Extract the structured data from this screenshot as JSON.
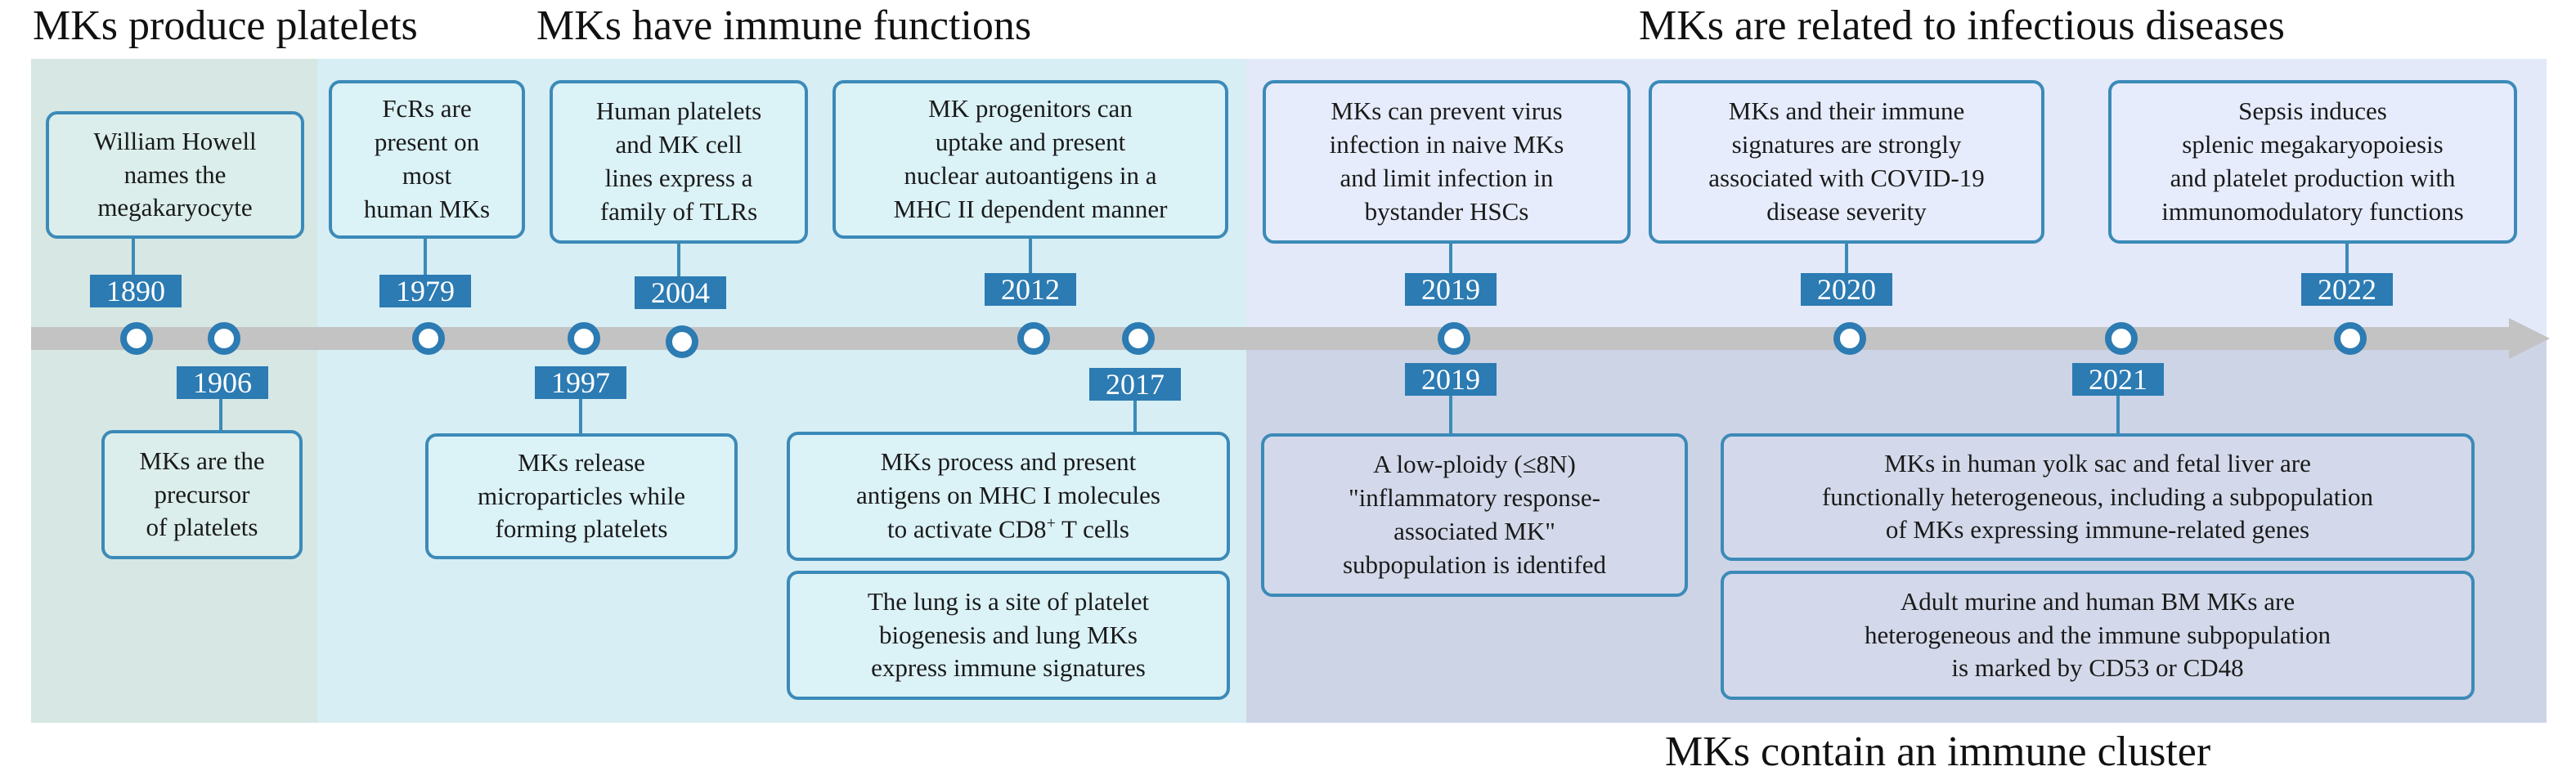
{
  "sections": {
    "platelets": "MKs produce platelets",
    "immune": "MKs have immune functions",
    "infectious": "MKs are related to infectious diseases",
    "cluster": "MKs contain an immune cluster"
  },
  "colors": {
    "band_platelets": "#d6e7e4",
    "band_immune": "#d6eef4",
    "band_infectious": "#e3e9f8",
    "band_cluster": "#cdd4e6",
    "card_fill_green": "#dbeeeb",
    "card_fill_cyan": "#dbf2f7",
    "card_fill_blue": "#e6ecfb",
    "card_fill_lavender": "#d3d9ea",
    "border": "#3c8ab8",
    "year_badge": "#2c7bb3",
    "axis": "#c3c3c3"
  },
  "years": {
    "y1890": "1890",
    "y1906": "1906",
    "y1979": "1979",
    "y1997": "1997",
    "y2004": "2004",
    "y2012": "2012",
    "y2017": "2017",
    "y2019a": "2019",
    "y2019b": "2019",
    "y2020": "2020",
    "y2021": "2021",
    "y2022": "2022"
  },
  "events": {
    "e1890": "William Howell\nnames the\nmegakaryocyte",
    "e1906": "MKs are the\nprecursor\nof platelets",
    "e1979": "FcRs are\npresent on\nmost\nhuman MKs",
    "e1997": "MKs release\nmicroparticles while\nforming platelets",
    "e2004": "Human platelets\nand MK cell\nlines express a\nfamily of TLRs",
    "e2012": "MK progenitors can\nuptake and present\nnuclear autoantigens in a\nMHC II dependent manner",
    "e2017a": "MKs process and present\nantigens on MHC I molecules\nto activate CD8",
    "e2017a_sup": "+",
    "e2017a_tail": " T cells",
    "e2017b": "The lung is a site of platelet\nbiogenesis and lung MKs\nexpress immune signatures",
    "e2019a": "MKs can prevent virus\ninfection in naive MKs\nand limit infection in\nbystander HSCs",
    "e2019b": "A low-ploidy (≤8N)\n\"inflammatory response-\nassociated MK\"\nsubpopulation is identifed",
    "e2020": "MKs and their immune\nsignatures are strongly\nassociated with COVID-19\ndisease severity",
    "e2021a": "MKs in human yolk sac and fetal liver are\nfunctionally heterogeneous, including a subpopulation\nof MKs expressing immune-related genes",
    "e2021b": "Adult murine and human BM MKs are\nheterogeneous and the immune subpopulation\nis marked by CD53 or CD48",
    "e2022": "Sepsis induces\nsplenic megakaryopoiesis\nand platelet production with\nimmunomodulatory functions"
  }
}
